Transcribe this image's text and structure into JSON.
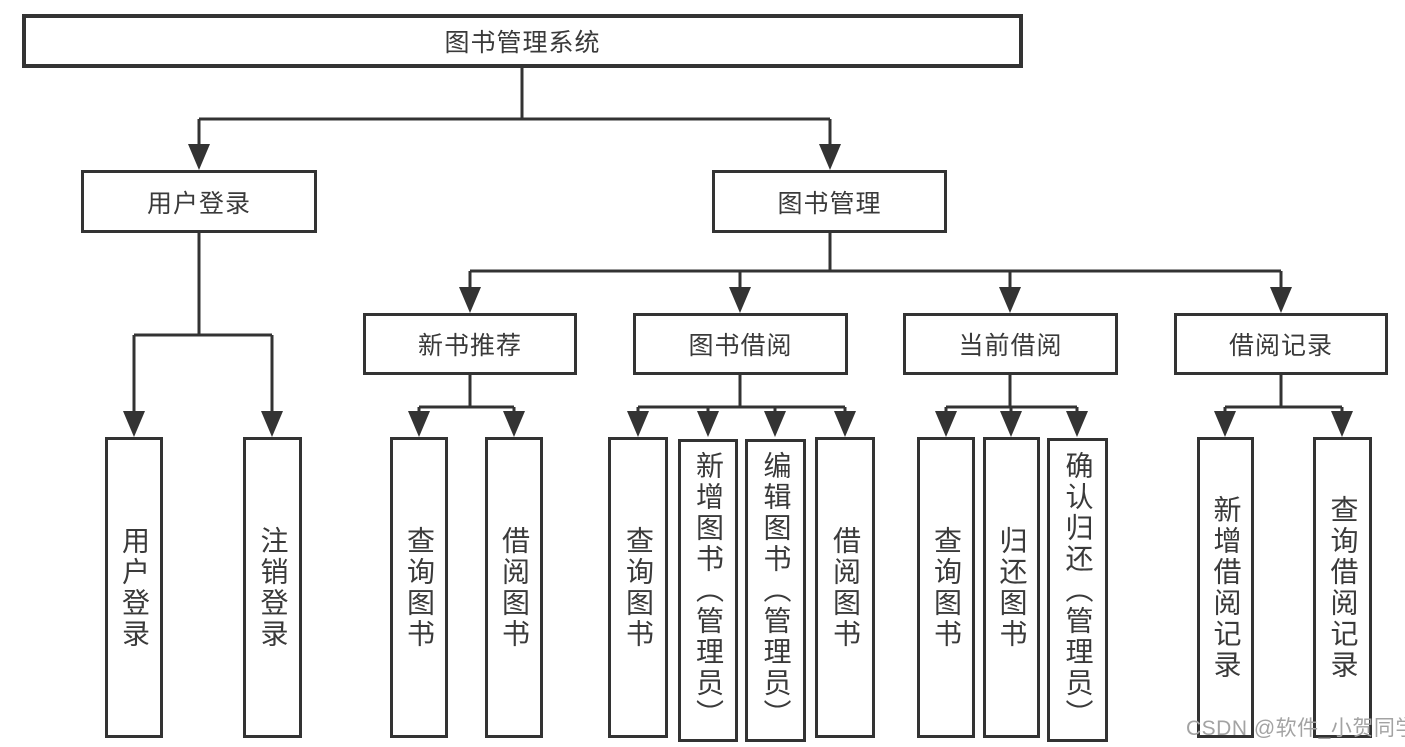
{
  "diagram": {
    "type": "hierarchy-tree",
    "colors": {
      "line": "#333333",
      "box_border": "#333333",
      "box_fill": "#ffffff",
      "text": "#3a3a3a",
      "background": "#ffffff",
      "watermark_text_color": "#a3a3a3"
    },
    "tree": {
      "label": "图书管理系统",
      "children": [
        {
          "label": "用户登录",
          "children": [
            {
              "label": "用户登录"
            },
            {
              "label": "注销登录"
            }
          ]
        },
        {
          "label": "图书管理",
          "children": [
            {
              "label": "新书推荐",
              "children": [
                {
                  "label": "查询图书"
                },
                {
                  "label": "借阅图书"
                }
              ]
            },
            {
              "label": "图书借阅",
              "children": [
                {
                  "label": "查询图书"
                },
                {
                  "label": "新增图书（管理员）"
                },
                {
                  "label": "编辑图书（管理员）"
                },
                {
                  "label": "借阅图书"
                }
              ]
            },
            {
              "label": "当前借阅",
              "children": [
                {
                  "label": "查询图书"
                },
                {
                  "label": "归还图书"
                },
                {
                  "label": "确认归还（管理员）"
                }
              ]
            },
            {
              "label": "借阅记录",
              "children": [
                {
                  "label": "新增借阅记录"
                },
                {
                  "label": "查询借阅记录"
                }
              ]
            }
          ]
        }
      ]
    },
    "watermark": {
      "text": "CSDN @软件_小贺同学"
    }
  }
}
